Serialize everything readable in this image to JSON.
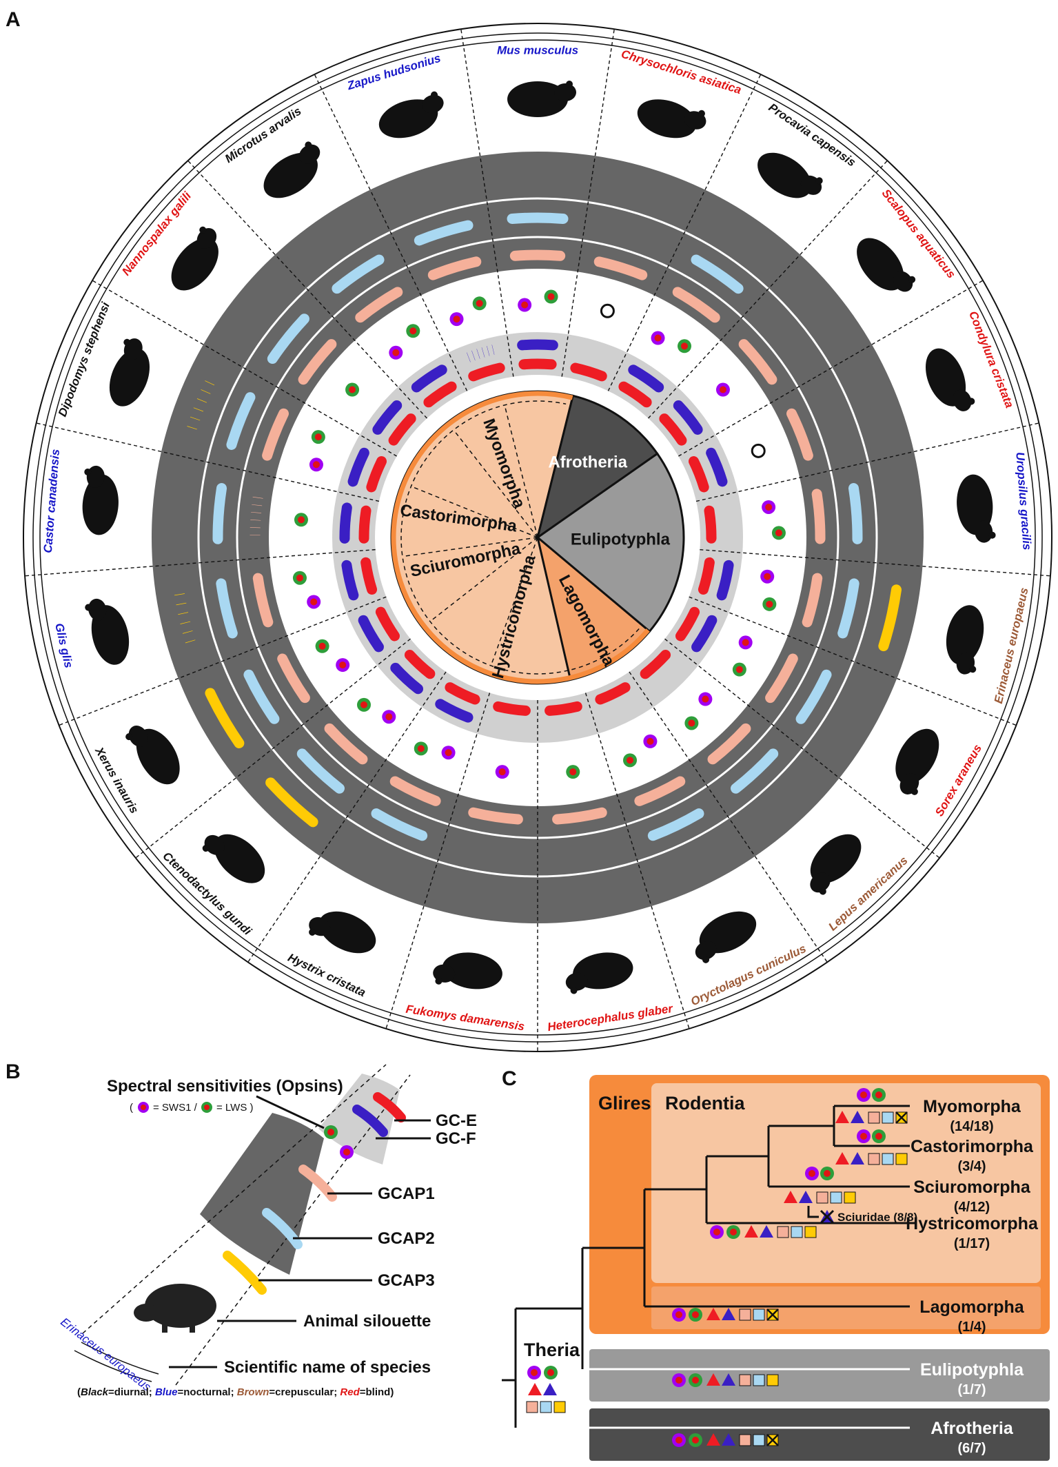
{
  "panels": {
    "a": "A",
    "b": "B",
    "c": "C"
  },
  "colors": {
    "diurnal": "#111111",
    "nocturnal": "#1616c8",
    "crepuscular": "#9c5a37",
    "blind": "#e01414",
    "gce": "#ee1c24",
    "gcf": "#3a1fc4",
    "gcap1": "#f5b09a",
    "gcap2": "#a9d8f2",
    "gcap3": "#ffcb05",
    "sws1": "#a100f2",
    "lws": "#2e9e3a",
    "ring_dark": "#666666",
    "ring_light": "#d0d0d0",
    "glires": "#f68b3c",
    "rodentia": "#f7c6a2",
    "lagomorpha": "#f4a26b",
    "eulipotyphla": "#9a9a9a",
    "afrotheria": "#4d4d4d"
  },
  "center": {
    "clades": [
      {
        "name": "Afrotheria",
        "text_color": "#ffffff"
      },
      {
        "name": "Eulipotyphla",
        "text_color": "#111111"
      },
      {
        "name": "Lagomorpha",
        "text_color": "#111111"
      },
      {
        "name": "Hystricomorpha",
        "text_color": "#111111"
      },
      {
        "name": "Sciuromorpha",
        "text_color": "#111111"
      },
      {
        "name": "Castorimorpha",
        "text_color": "#111111"
      },
      {
        "name": "Myomorpha",
        "text_color": "#111111"
      }
    ]
  },
  "species": [
    {
      "name": "Mus musculus",
      "activity": "nocturnal",
      "sws1": true,
      "lws": true,
      "gcf": "solid",
      "gce": true,
      "gcap1": "solid",
      "gcap2": true,
      "gcap3": "none"
    },
    {
      "name": "Chrysochloris asiatica",
      "activity": "blind",
      "sws1": false,
      "lws": false,
      "gcf": "none",
      "gce": true,
      "gcap1": "solid",
      "gcap2": false,
      "gcap3": "none"
    },
    {
      "name": "Procavia capensis",
      "activity": "diurnal",
      "sws1": true,
      "lws": true,
      "gcf": "solid",
      "gce": true,
      "gcap1": "solid",
      "gcap2": true,
      "gcap3": "none"
    },
    {
      "name": "Scalopus aquaticus",
      "activity": "blind",
      "sws1": true,
      "lws": false,
      "gcf": "solid",
      "gce": true,
      "gcap1": "solid",
      "gcap2": false,
      "gcap3": "none"
    },
    {
      "name": "Condylura cristata",
      "activity": "blind",
      "sws1": false,
      "lws": false,
      "gcf": "solid",
      "gce": true,
      "gcap1": "solid",
      "gcap2": false,
      "gcap3": "none"
    },
    {
      "name": "Uropsilus gracilis",
      "activity": "nocturnal",
      "sws1": true,
      "lws": true,
      "gcf": "none",
      "gce": true,
      "gcap1": "solid",
      "gcap2": true,
      "gcap3": "none"
    },
    {
      "name": "Erinaceus europaeus",
      "activity": "crepuscular",
      "sws1": true,
      "lws": true,
      "gcf": "solid",
      "gce": true,
      "gcap1": "solid",
      "gcap2": true,
      "gcap3": "solid"
    },
    {
      "name": "Sorex araneus",
      "activity": "blind",
      "sws1": true,
      "lws": true,
      "gcf": "solid",
      "gce": true,
      "gcap1": "solid",
      "gcap2": true,
      "gcap3": "none"
    },
    {
      "name": "Lepus americanus",
      "activity": "crepuscular",
      "sws1": true,
      "lws": true,
      "gcf": "none",
      "gce": true,
      "gcap1": "solid",
      "gcap2": true,
      "gcap3": "none"
    },
    {
      "name": "Oryctolagus cuniculus",
      "activity": "crepuscular",
      "sws1": true,
      "lws": true,
      "gcf": "none",
      "gce": true,
      "gcap1": "solid",
      "gcap2": true,
      "gcap3": "none"
    },
    {
      "name": "Heterocephalus glaber",
      "activity": "blind",
      "sws1": false,
      "lws": true,
      "gcf": "none",
      "gce": true,
      "gcap1": "solid",
      "gcap2": false,
      "gcap3": "none"
    },
    {
      "name": "Fukomys damarensis",
      "activity": "blind",
      "sws1": true,
      "lws": false,
      "gcf": "none",
      "gce": true,
      "gcap1": "solid",
      "gcap2": false,
      "gcap3": "none"
    },
    {
      "name": "Hystrix cristata",
      "activity": "diurnal",
      "sws1": true,
      "lws": true,
      "gcf": "solid",
      "gce": true,
      "gcap1": "solid",
      "gcap2": true,
      "gcap3": "none"
    },
    {
      "name": "Ctenodactylus gundi",
      "activity": "diurnal",
      "sws1": true,
      "lws": true,
      "gcf": "solid",
      "gce": true,
      "gcap1": "solid",
      "gcap2": true,
      "gcap3": "solid"
    },
    {
      "name": "Xerus inauris",
      "activity": "diurnal",
      "sws1": true,
      "lws": true,
      "gcf": "solid",
      "gce": true,
      "gcap1": "solid",
      "gcap2": true,
      "gcap3": "solid"
    },
    {
      "name": "Glis glis",
      "activity": "nocturnal",
      "sws1": true,
      "lws": true,
      "gcf": "solid",
      "gce": true,
      "gcap1": "solid",
      "gcap2": true,
      "gcap3": "dashed"
    },
    {
      "name": "Castor canadensis",
      "activity": "nocturnal",
      "sws1": false,
      "lws": true,
      "gcf": "solid",
      "gce": true,
      "gcap1": "dashed",
      "gcap2": true,
      "gcap3": "none"
    },
    {
      "name": "Dipodomys stephensi",
      "activity": "diurnal",
      "sws1": true,
      "lws": true,
      "gcf": "solid",
      "gce": true,
      "gcap1": "solid",
      "gcap2": true,
      "gcap3": "dashed"
    },
    {
      "name": "Nannospalax galili",
      "activity": "blind",
      "sws1": false,
      "lws": true,
      "gcf": "solid",
      "gce": true,
      "gcap1": "solid",
      "gcap2": true,
      "gcap3": "none"
    },
    {
      "name": "Microtus arvalis",
      "activity": "diurnal",
      "sws1": true,
      "lws": true,
      "gcf": "solid",
      "gce": true,
      "gcap1": "solid",
      "gcap2": true,
      "gcap3": "none"
    },
    {
      "name": "Zapus hudsonius",
      "activity": "nocturnal",
      "sws1": true,
      "lws": true,
      "gcf": "dashed",
      "gce": true,
      "gcap1": "solid",
      "gcap2": true,
      "gcap3": "none"
    }
  ],
  "legend_b": {
    "title": "Spectral sensitivities (Opsins)",
    "opsin_open": "(",
    "opsin_sws1": "= SWS1 /",
    "opsin_lws": "= LWS )",
    "gce": "GC-E",
    "gcf": "GC-F",
    "gcap1": "GCAP1",
    "gcap2": "GCAP2",
    "gcap3": "GCAP3",
    "silhouette": "Animal silouette",
    "sciname": "Scientific name of species",
    "example_species": "Erinaceus europaeus",
    "note_open": "(",
    "note_black": "Black",
    "note_black_rest": "=diurnal; ",
    "note_blue": "Blue",
    "note_blue_rest": "=nocturnal; ",
    "note_brown": "Brown",
    "note_brown_rest": "=crepuscular; ",
    "note_red": "Red",
    "note_red_rest": "=blind)"
  },
  "tree_c": {
    "glires": "Glires",
    "rodentia": "Rodentia",
    "theria": "Theria",
    "taxa": [
      {
        "name": "Myomorpha",
        "count": "(14/18)"
      },
      {
        "name": "Castorimorpha",
        "count": "(3/4)"
      },
      {
        "name": "Sciuromorpha",
        "count": "(4/12)"
      },
      {
        "name": "Hystricomorpha",
        "count": "(1/17)"
      },
      {
        "name": "Lagomorpha",
        "count": "(1/4)"
      },
      {
        "name": "Eulipotyphla",
        "count": "(1/7)"
      },
      {
        "name": "Afrotheria",
        "count": "(6/7)"
      }
    ],
    "sciuridae": "Sciuridae (8/8)"
  }
}
